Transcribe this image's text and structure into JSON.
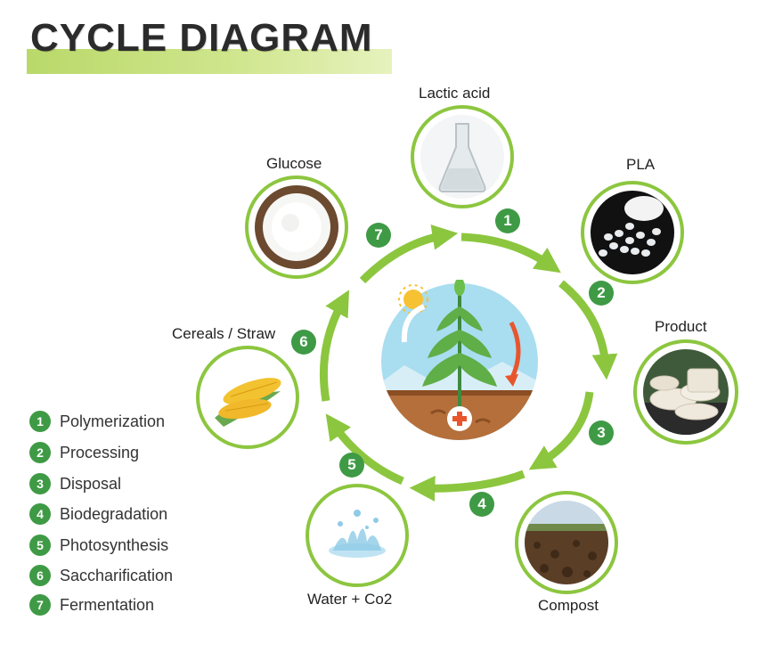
{
  "title": "CYCLE DIAGRAM",
  "stages": {
    "lactic_acid": "Lactic acid",
    "pla": "PLA",
    "product": "Product",
    "compost": "Compost",
    "water_co2": "Water + Co2",
    "cereals_straw": "Cereals / Straw",
    "glucose": "Glucose"
  },
  "steps": [
    "1",
    "2",
    "3",
    "4",
    "5",
    "6",
    "7"
  ],
  "legend": [
    {
      "num": "1",
      "label": "Polymerization"
    },
    {
      "num": "2",
      "label": "Processing"
    },
    {
      "num": "3",
      "label": "Disposal"
    },
    {
      "num": "4",
      "label": "Biodegradation"
    },
    {
      "num": "5",
      "label": "Photosynthesis"
    },
    {
      "num": "6",
      "label": "Saccharification"
    },
    {
      "num": "7",
      "label": "Fermentation"
    }
  ],
  "colors": {
    "ring": "#8cc63f",
    "arrow": "#8cc63f",
    "badge": "#3f9a45",
    "title_bar": "#c4de7a",
    "sky": "#8fd2ea",
    "soil": "#b06f3a"
  },
  "icons": {
    "center": "plant-growth-icon",
    "lactic_acid": "flask-image",
    "pla": "pla-pellets-image",
    "product": "tableware-image",
    "compost": "soil-field-image",
    "water_co2": "water-splash-image",
    "cereals_straw": "corn-image",
    "glucose": "glucose-powder-image"
  }
}
